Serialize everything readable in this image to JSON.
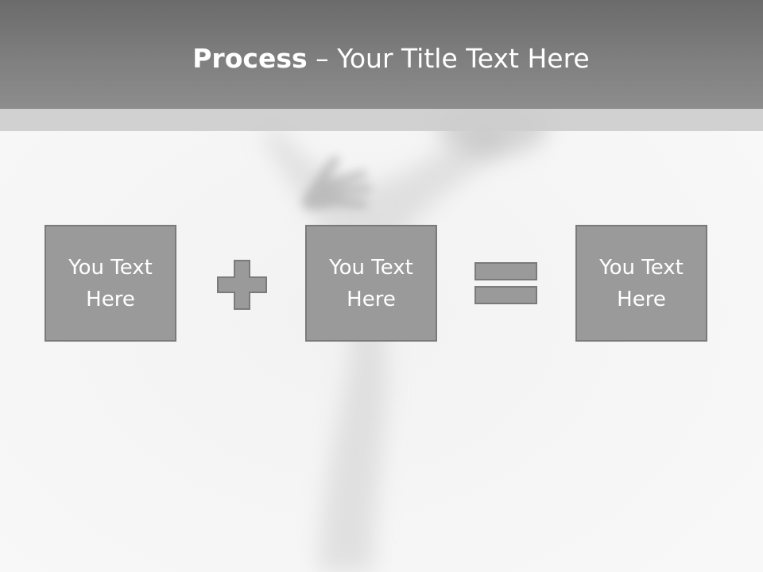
{
  "header": {
    "title_bold": "Process",
    "title_rest": " – Your Title Text Here"
  },
  "process": {
    "boxes": [
      {
        "label": "You Text Here"
      },
      {
        "label": "You Text Here"
      },
      {
        "label": "You Text Here"
      }
    ],
    "operators": [
      {
        "icon": "plus-icon"
      },
      {
        "icon": "equals-icon"
      }
    ]
  },
  "colors": {
    "header": "#7f7f7f",
    "sub_bar": "#cdcdcd",
    "box_fill": "#9a9a9a",
    "box_border": "#7a7a7a",
    "text": "#ffffff"
  }
}
